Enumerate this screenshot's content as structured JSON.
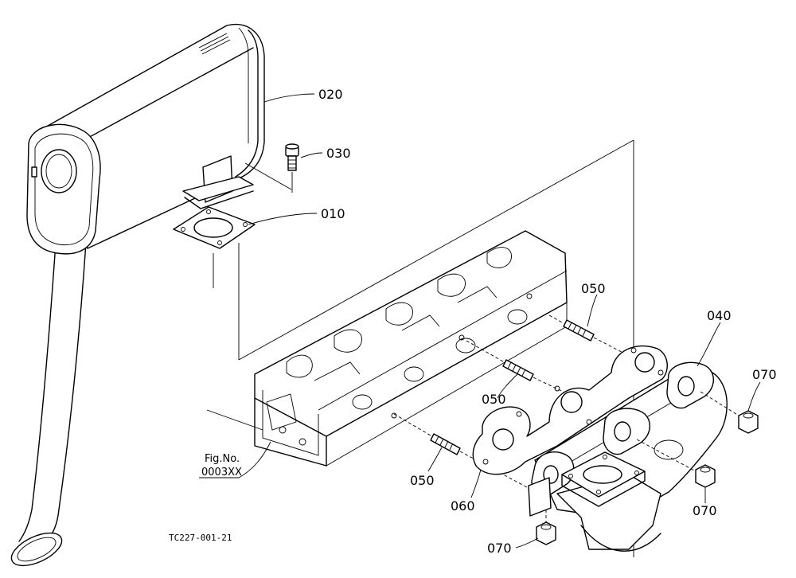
{
  "callouts": {
    "c020": "020",
    "c030": "030",
    "c010": "010",
    "c050_top": "050",
    "c040": "040",
    "c070_right": "070",
    "c050_mid": "050",
    "c050_low": "050",
    "c060": "060",
    "c070_mid": "070",
    "c070_bottom": "070"
  },
  "figure_ref": {
    "line1": "Fig.No.",
    "line2": "0003XX"
  },
  "drawing_code": "TC227-001-21"
}
